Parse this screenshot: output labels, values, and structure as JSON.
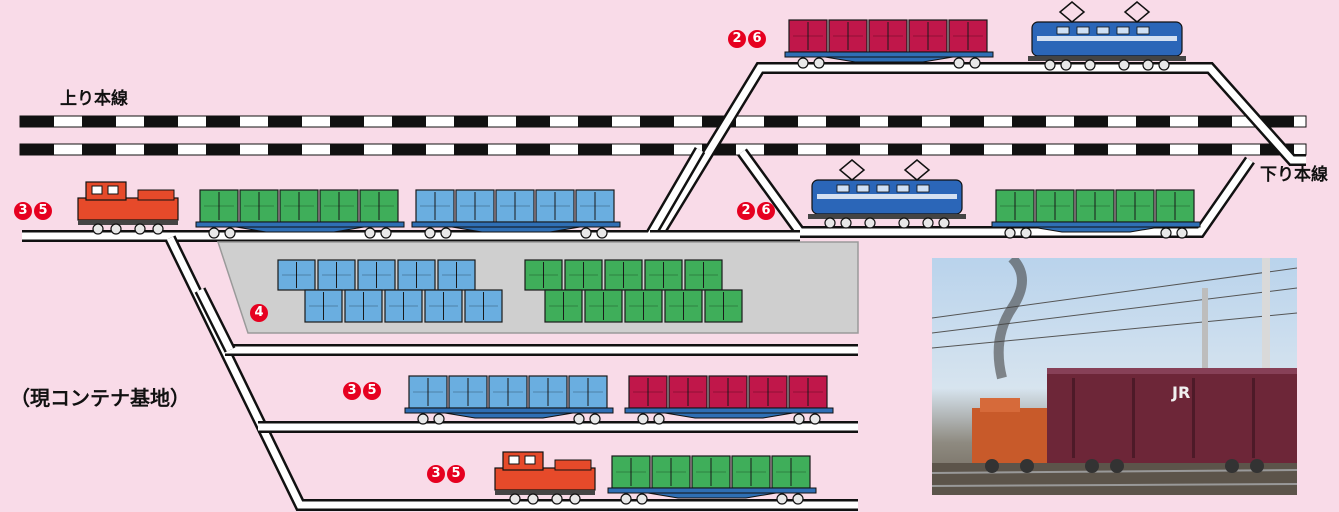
{
  "labels": {
    "up_main": "上り本線",
    "down_main": "下り本線",
    "current_base": "（現コンテナ基地）"
  },
  "badges": {
    "b26_top": [
      "2",
      "6"
    ],
    "b26_mid": [
      "2",
      "6"
    ],
    "b35_left": [
      "3",
      "5"
    ],
    "b4": "4",
    "b35_lower": [
      "3",
      "5"
    ],
    "b35_bottom": [
      "3",
      "5"
    ]
  },
  "colors": {
    "background": "#f9dbe8",
    "badge_red": "#e60020",
    "container_green": "#3fae5a",
    "container_blue": "#6aaee0",
    "container_crimson": "#c0174a",
    "diesel_loco": "#e64a2a",
    "electric_loco": "#2b66b8",
    "yard_gray": "#cfcfcf"
  },
  "photo": {
    "alt_hint": "diesel-locomotive-hauling-container-wagons-photo"
  }
}
